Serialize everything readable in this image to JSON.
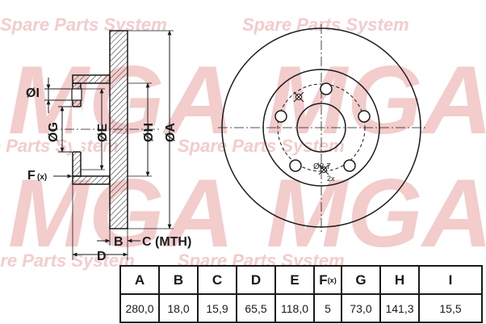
{
  "watermark": {
    "brand": "MGA",
    "tagline": "Spare Parts System"
  },
  "labels": {
    "dia_I": "ØI",
    "dia_G": "ØG",
    "dia_E": "ØE",
    "dia_H": "ØH",
    "dia_A": "ØA",
    "offset_F": "F",
    "offset_F_sub": "(x)",
    "thickness_B": "B",
    "thickness_C": "C (MTH)",
    "height_D": "D",
    "hole_dia": "Ø8,7",
    "hole_count": "2x"
  },
  "table": {
    "columns": [
      {
        "key": "A",
        "label": "A",
        "value": "280,0"
      },
      {
        "key": "B",
        "label": "B",
        "value": "18,0"
      },
      {
        "key": "C",
        "label": "C",
        "value": "15,9"
      },
      {
        "key": "D",
        "label": "D",
        "value": "65,5"
      },
      {
        "key": "E",
        "label": "E",
        "value": "118,0"
      },
      {
        "key": "F",
        "label": "F",
        "label_sub": "(x)",
        "value": "5"
      },
      {
        "key": "G",
        "label": "G",
        "value": "73,0"
      },
      {
        "key": "H",
        "label": "H",
        "value": "141,3"
      },
      {
        "key": "I",
        "label": "I",
        "value": "15,5"
      }
    ]
  },
  "colors": {
    "line": "#1a1a1a",
    "watermark": "#f3cccc"
  }
}
